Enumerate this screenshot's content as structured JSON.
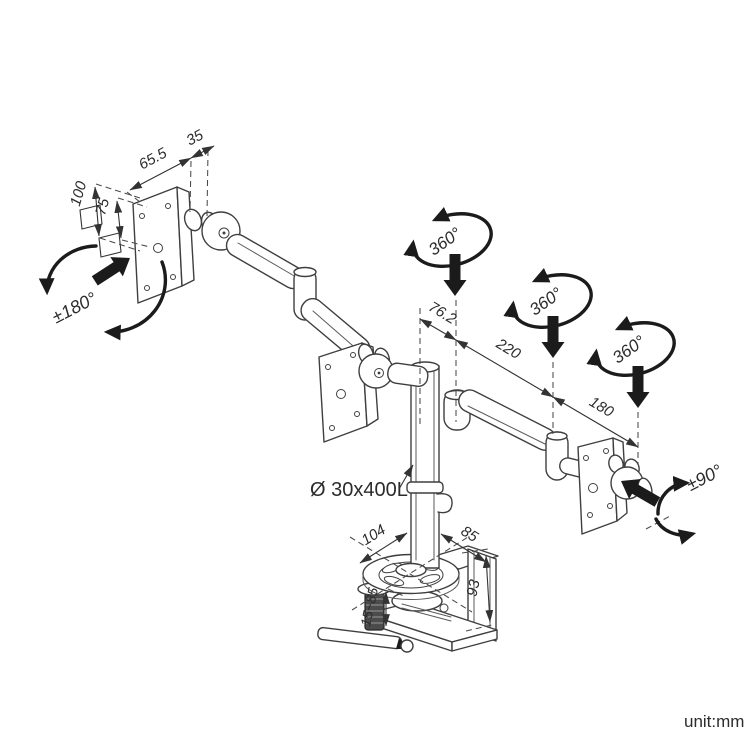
{
  "drawing": {
    "labels": {
      "dim_65_5": "65.5",
      "dim_35": "35",
      "dim_100": "100",
      "dim_75": "75",
      "rot_pan_left": "±180°",
      "rot_360_a": "360°",
      "rot_360_b": "360°",
      "rot_360_c": "360°",
      "dim_76_2": "76.2",
      "dim_220": "220",
      "dim_180": "180",
      "pole_spec": "Ø 30x400L",
      "dim_104": "104",
      "dim_85": "85",
      "dim_clamp_range": "15~85",
      "dim_93": "93",
      "rot_tilt_right": "±90°",
      "unit_note": "unit:mm"
    },
    "colors": {
      "line": "#3f3f3f",
      "dimension": "#333333",
      "arrow_fill": "#1b1b1b",
      "background": "#ffffff"
    }
  }
}
